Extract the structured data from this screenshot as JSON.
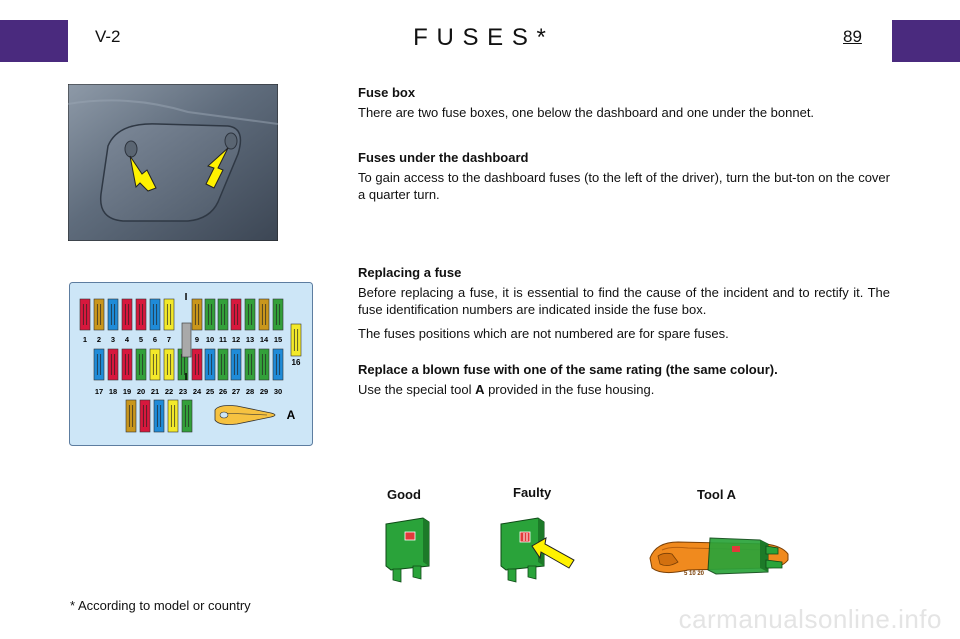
{
  "header": {
    "section_code": "V-2",
    "title": "F U S E S *",
    "page_number": "89",
    "tab_color": "#4a2a7e"
  },
  "sections": [
    {
      "heading": "Fuse box",
      "paragraphs": [
        "There are two fuse boxes, one below the dashboard and one under the bonnet."
      ]
    },
    {
      "heading": "Fuses under the dashboard",
      "paragraphs": [
        "To gain access to the dashboard fuses (to the left of the driver), turn the but-ton on the cover a quarter turn."
      ]
    },
    {
      "heading": "Replacing a fuse",
      "paragraphs": [
        "Before replacing a fuse, it is essential to find the cause of the incident and to rectify it. The fuse identification numbers are indicated inside the fuse box.",
        "The fuses positions which are not numbered are for spare fuses."
      ]
    },
    {
      "heading": "Replace a blown fuse with one of the same rating (the same colour).",
      "paragraphs": []
    }
  ],
  "tool_sentence": {
    "before": "Use the special tool ",
    "bold": "A",
    "after": " provided in the fuse housing."
  },
  "fuse_diagram": {
    "top_labels": [
      "1",
      "2",
      "3",
      "4",
      "5",
      "6",
      "7",
      "9",
      "10",
      "11",
      "12",
      "13",
      "14",
      "15"
    ],
    "side_label": "16",
    "bottom_labels": [
      "17",
      "18",
      "19",
      "20",
      "21",
      "22",
      "23",
      "24",
      "25",
      "26",
      "27",
      "28",
      "29",
      "30"
    ],
    "divider_marks": [
      "I",
      "I"
    ],
    "tool_label": "A",
    "background_color": "#cde6f7"
  },
  "fuse_labels": {
    "good": "Good",
    "faulty": "Faulty",
    "tool": "Tool A"
  },
  "footnote": "* According to model or country",
  "watermark": "carmanualsonline.info"
}
